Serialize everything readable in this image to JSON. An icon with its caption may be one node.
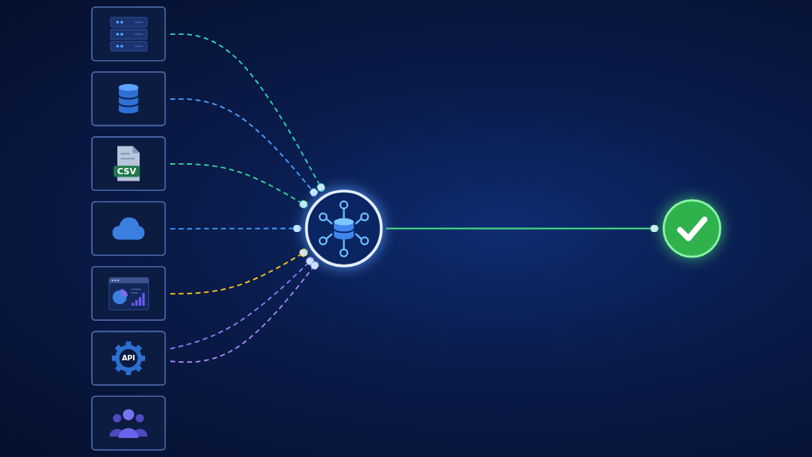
{
  "diagram": {
    "nodes": [
      {
        "text": [],
        "shape": "picture"
      },
      {
        "text": [],
        "shape": "picture"
      },
      {
        "text": [
          "CSV"
        ]
      },
      {
        "text": [],
        "shape": "picture"
      },
      {
        "text": [],
        "shape": "picture"
      },
      {
        "text": [
          "API"
        ]
      },
      {
        "text": [],
        "shape": "picture"
      },
      {
        "text": [],
        "shape": "circle"
      },
      {
        "text": [],
        "shape": "circle"
      }
    ],
    "edges": [
      {
        "from": 0,
        "to": 7,
        "arrow": "other",
        "style": "dashed",
        "color": "#2dd4bf"
      },
      {
        "from": 1,
        "to": 7,
        "arrow": "other",
        "style": "dashed",
        "color": "#4f9dff"
      },
      {
        "from": 2,
        "to": 7,
        "arrow": "other",
        "style": "dashed",
        "color": "#34d399"
      },
      {
        "from": 3,
        "to": 7,
        "arrow": "other",
        "style": "dashed",
        "color": "#3b9cff"
      },
      {
        "from": 4,
        "to": 7,
        "arrow": "other",
        "style": "dashed",
        "color": "#facc15"
      },
      {
        "from": 5,
        "to": 7,
        "arrow": "other",
        "style": "dashed",
        "color": "#8b7cf6"
      },
      {
        "from": 5,
        "to": 7,
        "arrow": "other",
        "style": "dashed",
        "color": "#a78bfa"
      },
      {
        "from": 7,
        "to": 8,
        "arrow": "other",
        "color": "#4ade80"
      }
    ]
  }
}
